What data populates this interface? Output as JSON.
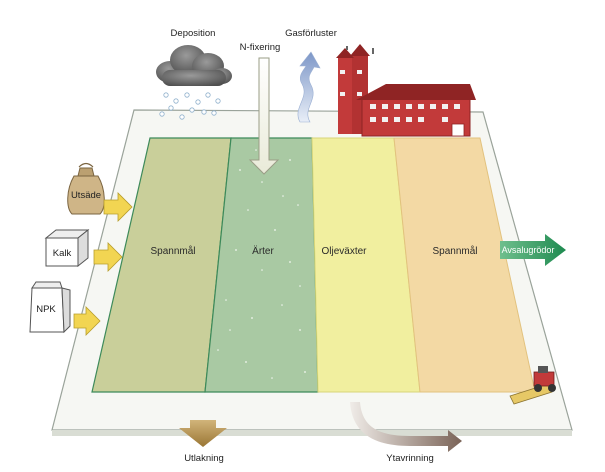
{
  "labels": {
    "deposition": "Deposition",
    "n_fixering": "N-fixering",
    "gasforluster": "Gasförluster",
    "utsade": "Utsäde",
    "kalk": "Kalk",
    "npk": "NPK",
    "avsalugrodor": "Avsalugrödor",
    "utlakning": "Utlakning",
    "ytavrinning": "Ytavrinning"
  },
  "fields": [
    {
      "label": "Spannmål",
      "color": "#c9cf9a"
    },
    {
      "label": "Ärter",
      "color": "#a9c9a3"
    },
    {
      "label": "Oljeväxter",
      "color": "#f1ef9f"
    },
    {
      "label": "Spannmål",
      "color": "#f3d9a4"
    }
  ],
  "colors": {
    "input_arrow": "#f2d552",
    "output_arrow_green": "#2f9b63",
    "leaching_arrow": "#a47f3c",
    "runoff_arrow": "#8a7368",
    "barn": "#c23a3a",
    "cloud": "#777777",
    "field_border": "#3d8a5a"
  }
}
